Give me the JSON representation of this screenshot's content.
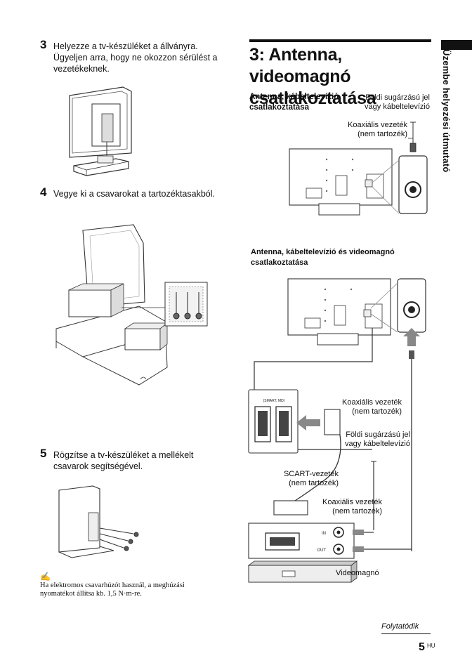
{
  "sidebar": {
    "tab_label": "Üzembe helyezési útmutató"
  },
  "left": {
    "step3": {
      "num": "3",
      "line1": "Helyezze a tv-készüléket a állványra.",
      "line2": "Ügyeljen arra, hogy ne okozzon sérülést a",
      "line3": "vezetékeknek."
    },
    "step4": {
      "num": "4",
      "line1": "Vegye ki a csavarokat a tartozéktasakból."
    },
    "step5": {
      "num": "5",
      "line1": "Rögzítse a tv-készüléket a mellékelt",
      "line2": "csavarok segítségével."
    },
    "note": {
      "line1": "Ha elektromos csavarhúzót használ, a meghúzási",
      "line2": "nyomatékot állítsa kb. 1,5 N·m-re."
    }
  },
  "right": {
    "title_line1": "3: Antenna, videomagnó",
    "title_line2": "csatlakoztatása",
    "section1": {
      "heading_line1": "Antenna, kábeltelevízió",
      "heading_line2": "csatlakoztatása",
      "source_line1": "Földi sugárzású jel",
      "source_line2": "vagy kábeltelevízió",
      "cable_line1": "Koaxiális vezeték",
      "cable_line2": "(nem tartozék)"
    },
    "section2": {
      "heading_line1": "Antenna, kábeltelevízió és videomagnó",
      "heading_line2": "csatlakoztatása",
      "coax1_line1": "Koaxiális vezeték",
      "coax1_line2": "(nem tartozék)",
      "source_line1": "Földi sugárzású jel",
      "source_line2": "vagy kábeltelevízió",
      "scart_line1": "SCART-vezeték",
      "scart_line2": "(nem tartozék)",
      "coax2_line1": "Koaxiális vezeték",
      "coax2_line2": "(nem tartozék)",
      "vcr_label": "Videomagnó",
      "port_in": "IN",
      "port_out": "OUT",
      "smartlink": "(SMART, MD)"
    }
  },
  "footer": {
    "continued": "Folytatódik",
    "page_num": "5",
    "page_suffix": "HU"
  }
}
